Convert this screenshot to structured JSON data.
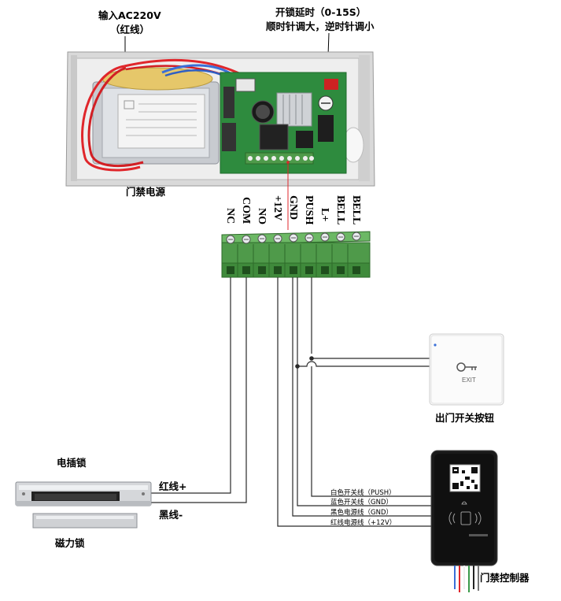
{
  "labels": {
    "input_title": "输入AC220V",
    "input_sub": "（红线）",
    "delay_title": "开锁延时（0-15S）",
    "delay_sub": "顺时针调大，逆时针调小",
    "psu_caption": "门禁电源",
    "exit_caption": "出门开关按钮",
    "exit_text": "EXIT",
    "lock_top": "电插锁",
    "lock_bottom": "磁力锁",
    "red_wire": "红线+",
    "black_wire": "黑线-",
    "controller_caption": "门禁控制器"
  },
  "terminals": [
    "NC",
    "COM",
    "NO",
    "+12V",
    "GND",
    "PUSH",
    "L+",
    "BELL",
    "BELL"
  ],
  "controller_wires": [
    "白色开关线（PUSH）",
    "蓝色开关线（GND）",
    "黑色电源线（GND）",
    "红线电源线（+12V）"
  ],
  "colors": {
    "terminal_green": "#4f9a4a",
    "wire": "#2a2a2a",
    "psu_red_wire": "#e0262b",
    "psu_blue_wire": "#3a6fd8",
    "pcb_green": "#2e8b3e"
  }
}
